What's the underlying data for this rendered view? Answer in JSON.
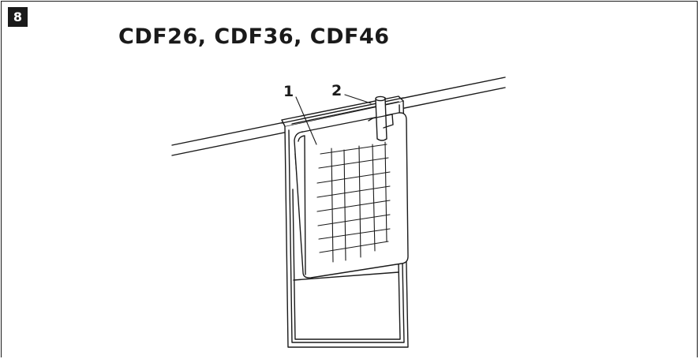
{
  "figure": {
    "number": "8",
    "title": "CDF26, CDF36, CDF46"
  },
  "callouts": [
    {
      "label": "1"
    },
    {
      "label": "2"
    }
  ]
}
